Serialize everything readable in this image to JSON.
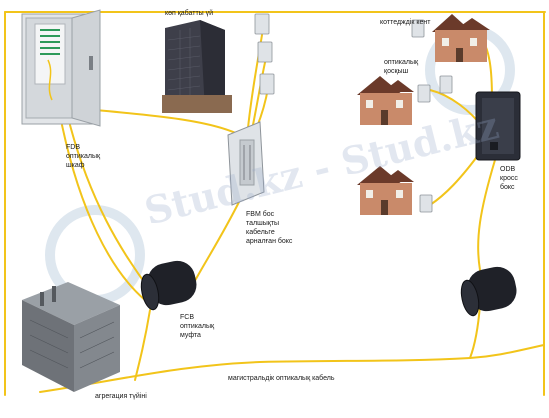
{
  "colors": {
    "fiber": "#f2c41a",
    "cabinet_body": "#e2e5e8",
    "building_glass": "#3e3f4a",
    "house_roof": "#6b3a2a",
    "house_wall": "#c98a6a",
    "box": "#dfe3e7",
    "odb_box": "#2b2e38",
    "splice_closure": "#1f2128",
    "node_building": "#6e7278"
  },
  "labels": {
    "multistorey": "көп қабатты үй",
    "cottage_district": "коттедждік кент",
    "optical_connector": [
      "оптикалық",
      "қосқыш"
    ],
    "fdb": [
      "FDB",
      "оптикалық",
      "шкаф"
    ],
    "odb": [
      "ODB",
      "кросс",
      "бокс"
    ],
    "fbm": [
      "FBM бос",
      "талшықты",
      "кабельге",
      "арналған бокс"
    ],
    "fcb": [
      "FCB",
      "оптикалық",
      "муфта"
    ],
    "backbone": "магистральдік оптикалық кабель",
    "aggregation": "агрегация түйіні"
  },
  "watermark": "Stud.kz - Stud.kz"
}
